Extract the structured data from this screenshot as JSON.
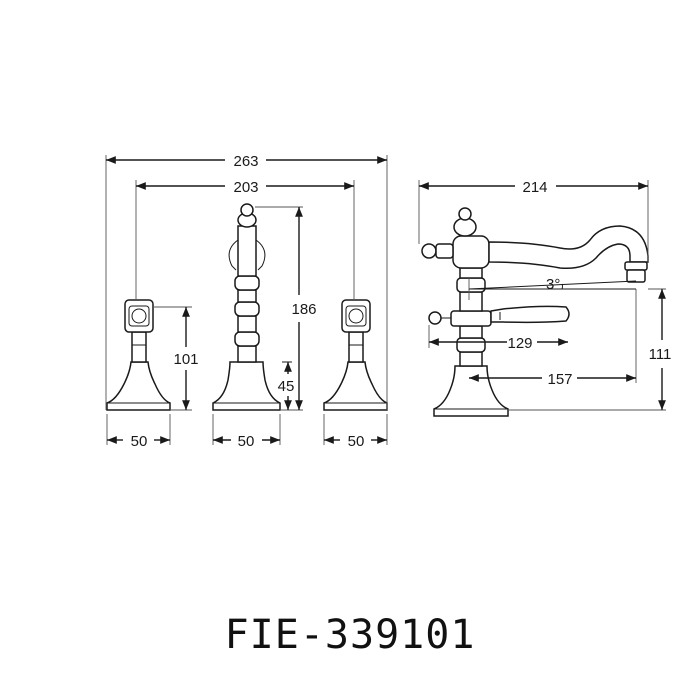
{
  "model_code": "FIE-339101",
  "dimensions": {
    "overall_width": "263",
    "handle_spacing": "203",
    "spout_projection": "214",
    "spout_height_total": "186",
    "handle_height": "101",
    "base_height": "45",
    "base_left": "50",
    "base_center": "50",
    "base_right": "50",
    "spout_angle": "3°",
    "lever_reach": "129",
    "spout_reach": "157",
    "outlet_height": "111"
  }
}
